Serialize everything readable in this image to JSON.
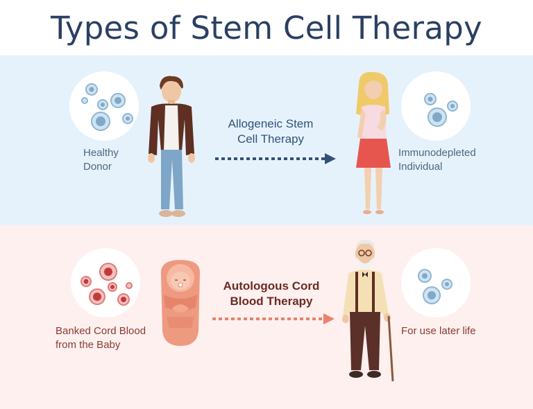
{
  "title": "Types of Stem Cell Therapy",
  "allogeneic": {
    "heading": "Allogeneic Stem\nCell Therapy",
    "donor_label": "Healthy\nDonor",
    "recipient_label": "Immunodepleted\nIndividual"
  },
  "autologous": {
    "heading": "Autologous Cord\nBlood Therapy",
    "source_label": "Banked Cord Blood\nfrom the Baby",
    "use_label": "For use later life"
  },
  "colors": {
    "title": "#2b3f63",
    "band_top": "#e6f2fb",
    "band_bottom": "#fdf0ee",
    "arrow_blue": "#34507a",
    "arrow_red": "#e9826a"
  }
}
